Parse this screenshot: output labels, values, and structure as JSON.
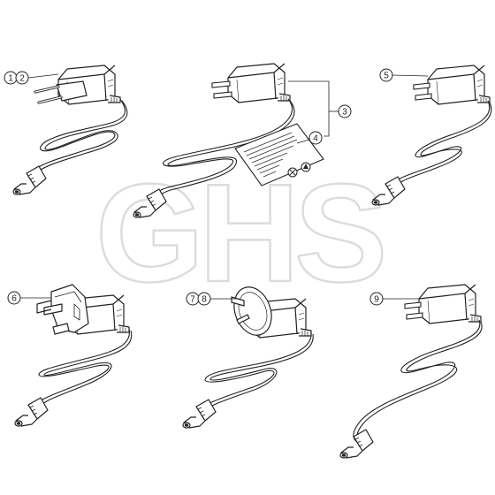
{
  "watermark": {
    "text": "GHS"
  },
  "callouts": [
    {
      "id": "1",
      "label": "1"
    },
    {
      "id": "2",
      "label": "2"
    },
    {
      "id": "3",
      "label": "3"
    },
    {
      "id": "4",
      "label": "4"
    },
    {
      "id": "5",
      "label": "5"
    },
    {
      "id": "6",
      "label": "6"
    },
    {
      "id": "7",
      "label": "7"
    },
    {
      "id": "8",
      "label": "8"
    },
    {
      "id": "9",
      "label": "9"
    }
  ],
  "colors": {
    "line": "#222222",
    "watermark": "#dcdcdc",
    "background": "#ffffff"
  },
  "parts": [
    {
      "id": "euro-plug-adapter",
      "plug": "euro-2-pin",
      "callouts": [
        "1",
        "2"
      ]
    },
    {
      "id": "us-plug-adapter-with-label",
      "plug": "us-flat-pin",
      "callouts": [
        "3",
        "4"
      ]
    },
    {
      "id": "us-plug-adapter-right",
      "plug": "us-flat-pin",
      "callouts": [
        "5"
      ]
    },
    {
      "id": "uk-plug-adapter",
      "plug": "uk-3-pin",
      "callouts": [
        "6"
      ]
    },
    {
      "id": "au-plug-adapter",
      "plug": "au-angled-pin",
      "callouts": [
        "7",
        "8"
      ]
    },
    {
      "id": "us-plug-adapter-bottom",
      "plug": "us-flat-pin",
      "callouts": [
        "9"
      ]
    }
  ]
}
